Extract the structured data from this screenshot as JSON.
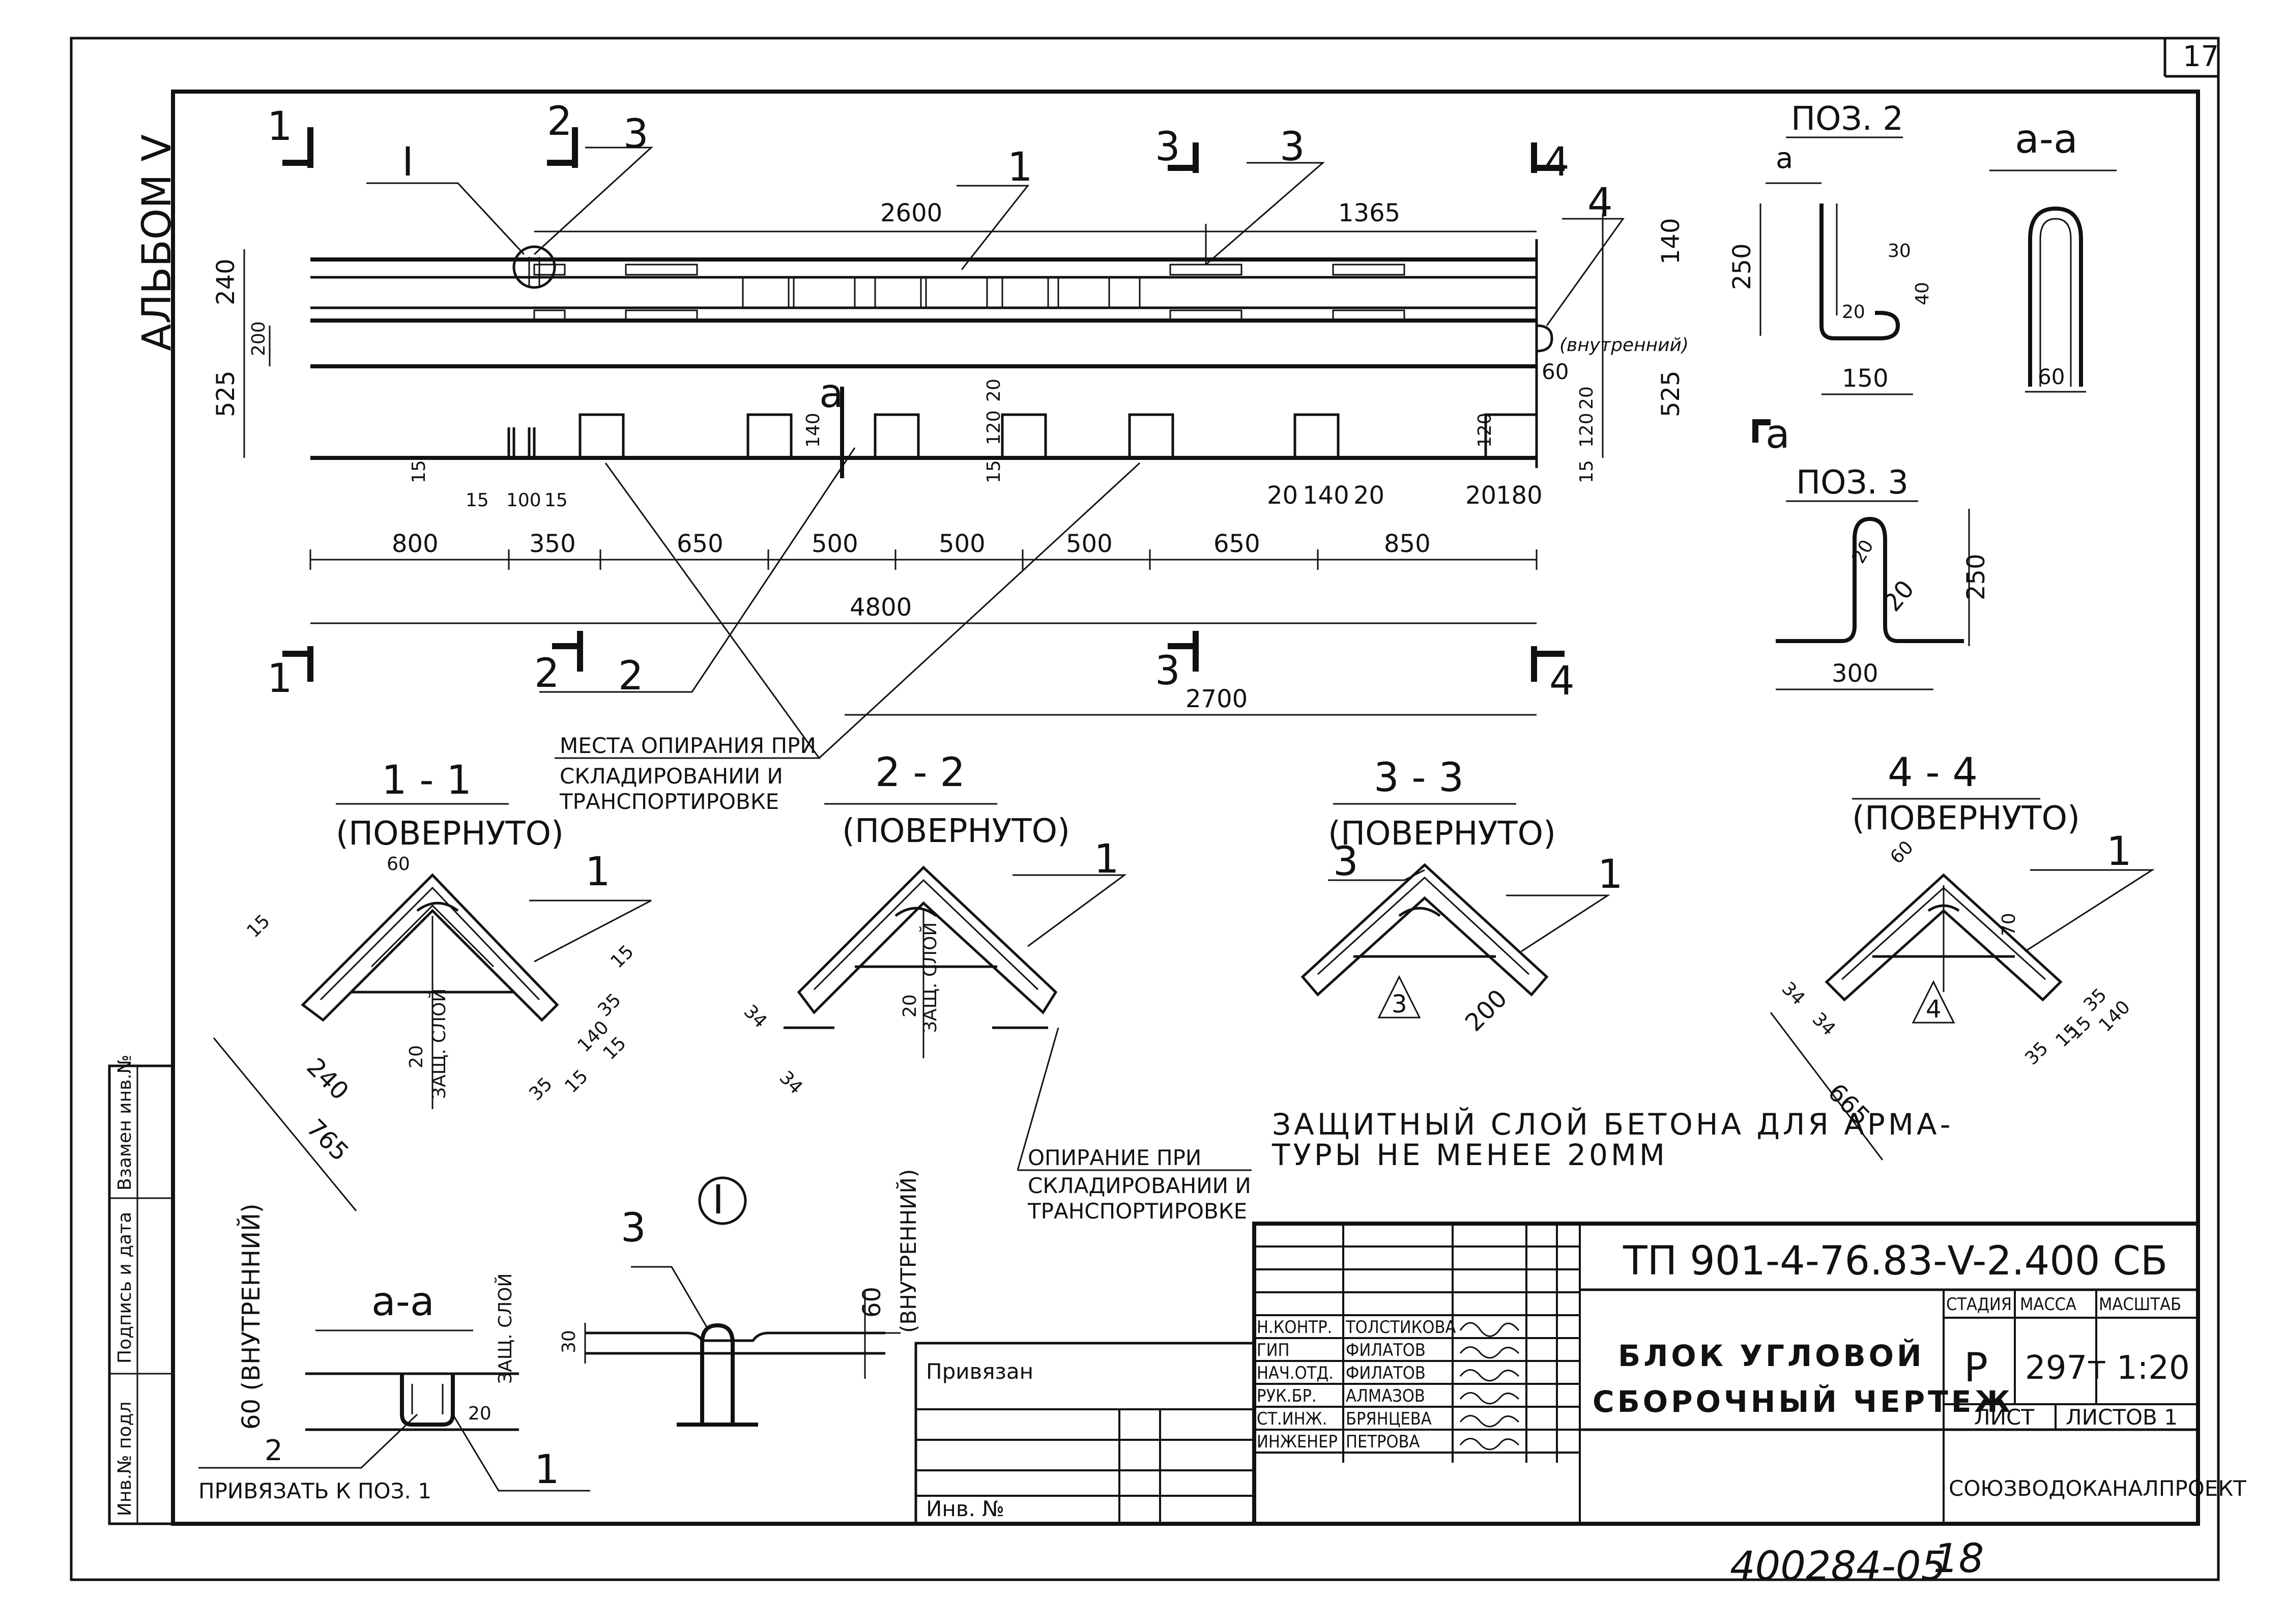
{
  "sheet": {
    "page_number": "17",
    "album": "АЛЬБОМ V",
    "footer_code": "400284-05",
    "footer_page": "18"
  },
  "plan": {
    "section_marks": [
      "1",
      "2",
      "3",
      "4",
      "1",
      "2",
      "3",
      "4"
    ],
    "callouts": {
      "i": "I",
      "p3a": "3",
      "p1": "1",
      "p3b": "3",
      "p4": "4",
      "p2": "2",
      "aa": "a"
    },
    "dims": {
      "d2600": "2600",
      "d1365": "1365",
      "d240": "240",
      "d200": "200",
      "d525l": "525",
      "d140r": "140",
      "d525r": "525",
      "d60r": "60",
      "d20a": "20",
      "d120a": "120",
      "d20b": "20",
      "d120b": "120",
      "d15a": "15",
      "d15b": "15",
      "d140a": "140",
      "d120c": "120",
      "d15c": "15",
      "d15d": "15",
      "d100": "100",
      "d15e": "15",
      "d20c": "20",
      "d140b": "140",
      "d20d": "20",
      "d20e": "20",
      "d180": "180",
      "d15f": "15"
    },
    "spacing": [
      "800",
      "350",
      "650",
      "500",
      "500",
      "500",
      "650",
      "850"
    ],
    "overall": "4800",
    "half": "2700",
    "internal": "(внутренний)",
    "support_note": [
      "МЕСТА ОПИРАНИЯ ПРИ",
      "СКЛАДИРОВАНИИ И",
      "ТРАНСПОРТИРОВКЕ"
    ]
  },
  "details": {
    "pos2": {
      "title": "ПОЗ. 2",
      "a": "a",
      "d250": "250",
      "d30": "30",
      "d40": "40",
      "r20": "20",
      "d150": "150"
    },
    "aa_top": {
      "title": "a-a",
      "d60": "60"
    },
    "pos3": {
      "title": "ПОЗ. 3",
      "d250": "250",
      "r20a": "20",
      "r20b": "20",
      "d300": "300"
    }
  },
  "sections": {
    "s11": {
      "title": "1 - 1",
      "sub": "(ПОВЕРНУТО)",
      "lbl": "1",
      "d60": "60",
      "d15a": "15",
      "d15b": "15",
      "d35a": "35",
      "d140": "140",
      "d15c": "15",
      "d35b": "35",
      "d15d": "15",
      "d240": "240",
      "d765": "765",
      "d20": "20",
      "cover": "ЗАЩ. СЛОЙ"
    },
    "s22": {
      "title": "2 - 2",
      "sub": "(ПОВЕРНУТО)",
      "lbl": "1",
      "d34a": "34",
      "d34b": "34",
      "d20": "20",
      "cover": "ЗАЩ. СЛОЙ"
    },
    "s33": {
      "title": "3 - 3",
      "sub": "(ПОВЕРНУТО)",
      "lbl": "1",
      "lbl3": "3",
      "tri": "3",
      "d200": "200"
    },
    "s44": {
      "title": "4 - 4",
      "sub": "(ПОВЕРНУТО)",
      "lbl": "1",
      "d60": "60",
      "d70": "70",
      "d34a": "34",
      "d34b": "34",
      "d35a": "35",
      "d35b": "35",
      "d15a": "15",
      "d15b": "15",
      "d140": "140",
      "d665": "665",
      "tri": "4"
    }
  },
  "notes": {
    "cover_note": [
      "ЗАЩИТНЫЙ СЛОЙ БЕТОНА ДЛЯ АРМА-",
      "ТУРЫ НЕ МЕНЕЕ 20ММ"
    ],
    "support_note2": [
      "ОПИРАНИЕ ПРИ",
      "СКЛАДИРОВАНИИ И",
      "ТРАНСПОРТИРОВКЕ"
    ]
  },
  "detail_aa": {
    "title": "a-a",
    "d60": "60 (ВНУТРЕННИЙ)",
    "d20": "20",
    "cover": "ЗАЩ. СЛОЙ",
    "p2": "2",
    "p1": "1",
    "note": "ПРИВЯЗАТЬ К ПОЗ. 1"
  },
  "detail_i": {
    "title": "I",
    "p3": "3",
    "d30": "30",
    "d60": "60",
    "internal": "(ВНУТРЕННИЙ)"
  },
  "side_stamp": [
    "Инв.№ подл",
    "Подпись и дата",
    "Взамен инв.№"
  ],
  "titleblock": {
    "code": "ТП 901-4-76.83-V-2.400 СБ",
    "title1": "БЛОК УГЛОВОЙ",
    "title2": "СБОРОЧНЫЙ ЧЕРТЕЖ",
    "roles": [
      "Н.КОНТР.",
      "ГИП",
      "НАЧ.ОТД.",
      "РУК.БР.",
      "СТ.ИНЖ.",
      "ИНЖЕНЕР"
    ],
    "names": [
      "ТОЛСТИКОВА",
      "ФИЛАТОВ",
      "ФИЛАТОВ",
      "АЛМАЗОВ",
      "БРЯНЦЕВА",
      "ПЕТРОВА"
    ],
    "stage_h": "СТАДИЯ",
    "mass_h": "МАССА",
    "scale_h": "МАСШТАБ",
    "stage": "Р",
    "mass": "297т",
    "scale": "1:20",
    "list": "ЛИСТ",
    "lists": "ЛИСТОВ 1",
    "org": "СОЮЗВОДОКАНАЛПРОЕКТ",
    "privyazan": "Привязан",
    "inv": "Инв. №"
  }
}
